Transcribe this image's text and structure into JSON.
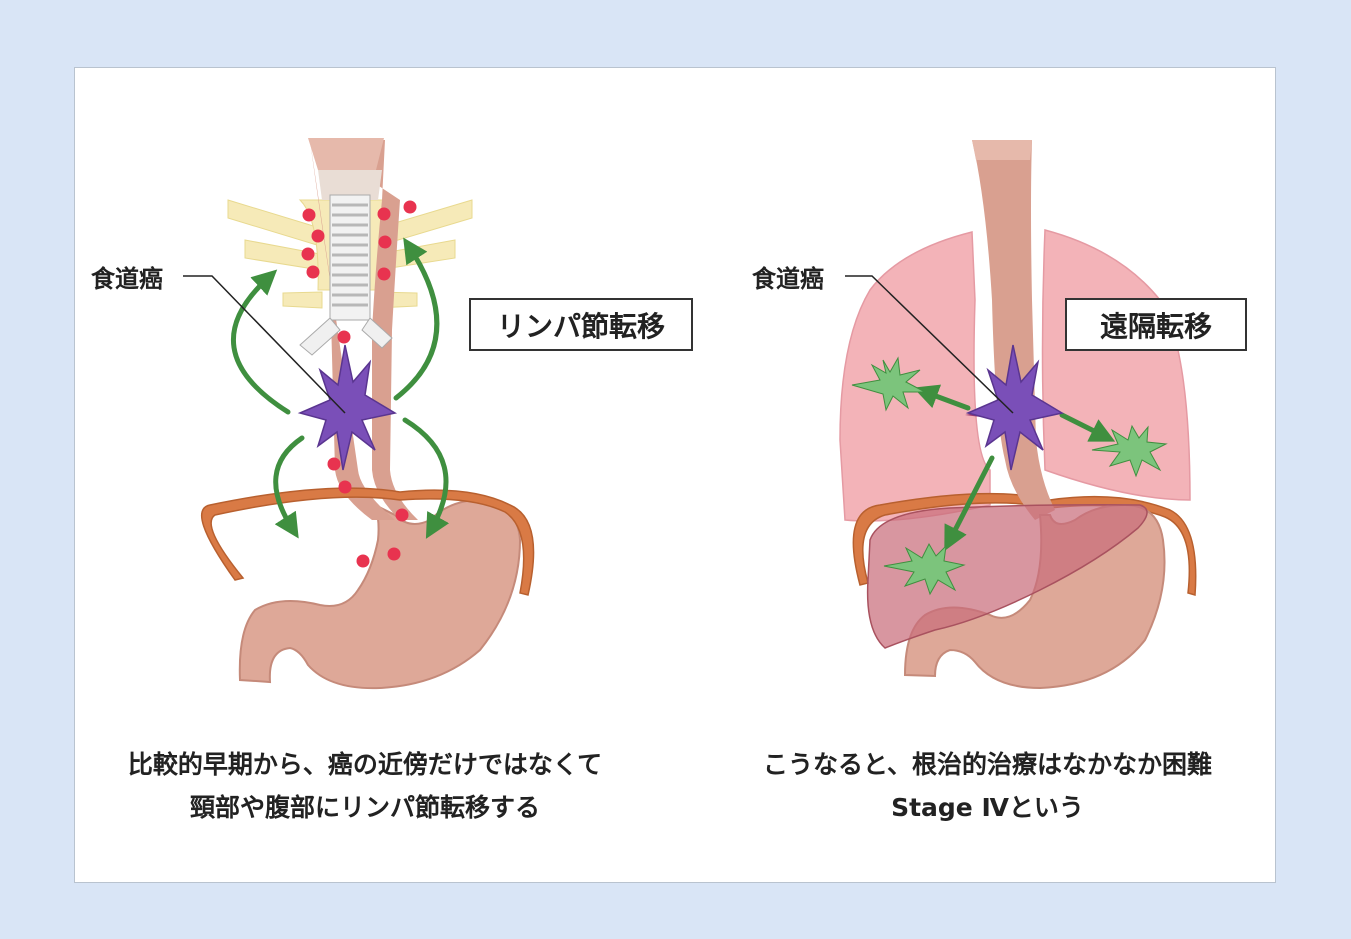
{
  "left_panel": {
    "tumor_label": "食道癌",
    "box_label": "リンパ節転移",
    "caption_line1": "比較的早期から、癌の近傍だけではなくて",
    "caption_line2": "頸部や腹部にリンパ節転移する"
  },
  "right_panel": {
    "tumor_label": "食道癌",
    "box_label": "遠隔転移",
    "caption_line1": "こうなると、根治的治療はなかなか困難",
    "caption_line2": "Stage Ⅳという"
  },
  "colors": {
    "background": "#d9e5f6",
    "esophagus": "#d9a090",
    "stomach": "#dea898",
    "lung": "#f3b3b8",
    "liver": "#c96e7c",
    "diaphragm": "#d97a45",
    "tumor": "#7a4fb8",
    "metastasis": "#7cc47c",
    "arrow": "#3f8f3f",
    "lymph_node": "#e8334f",
    "nerve_band": "#f6eab8"
  }
}
